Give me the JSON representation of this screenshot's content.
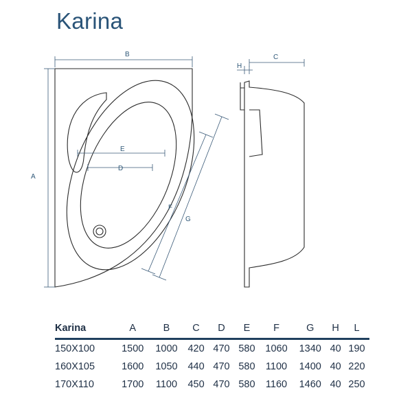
{
  "title": "Karina",
  "dimension_labels": {
    "A": "A",
    "B": "B",
    "C": "C",
    "D": "D",
    "E": "E",
    "F": "F",
    "G": "G",
    "H": "H"
  },
  "table": {
    "headers": [
      "Karina",
      "A",
      "B",
      "C",
      "D",
      "E",
      "F",
      "G",
      "H",
      "L"
    ],
    "rows": [
      [
        "150X100",
        "1500",
        "1000",
        "420",
        "470",
        "580",
        "1060",
        "1340",
        "40",
        "190"
      ],
      [
        "160X105",
        "1600",
        "1050",
        "440",
        "470",
        "580",
        "1100",
        "1400",
        "40",
        "220"
      ],
      [
        "170X110",
        "1700",
        "1100",
        "450",
        "470",
        "580",
        "1160",
        "1460",
        "40",
        "250"
      ]
    ]
  },
  "colors": {
    "title": "#2a5478",
    "line": "#2a2a2a",
    "dimension": "#3a5a78",
    "table_rule": "#1f3f5e"
  }
}
